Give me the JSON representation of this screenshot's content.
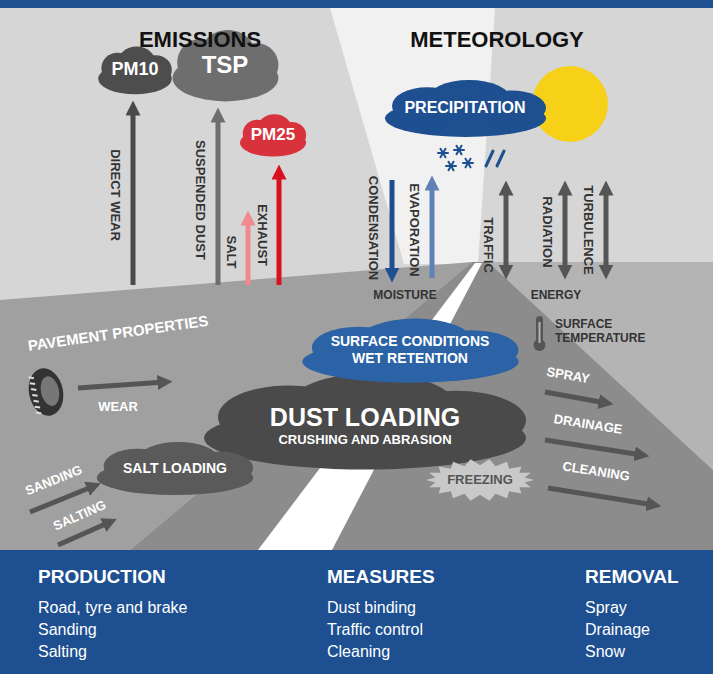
{
  "diagram": {
    "nodes": [
      {
        "text": [
          "PM10"
        ]
      },
      {
        "text": [
          "TSP"
        ]
      },
      {
        "text": [
          "PM25"
        ]
      },
      {
        "text": [
          "PRECIPITATION"
        ]
      },
      {
        "text": [
          "SURFACE CONDITIONS",
          "WET RETENTION"
        ]
      },
      {
        "text": [
          "DUST LOADING",
          "CRUSHING AND ABRASION"
        ]
      },
      {
        "text": [
          "SALT LOADING"
        ]
      },
      {
        "text": [
          "FREEZING"
        ]
      },
      {
        "text": [
          "PRODUCTION",
          "Road, tyre and brake",
          "Sanding",
          "Salting",
          "MEASURES",
          "Dust binding",
          "Traffic control",
          "Cleaning",
          "REMOVAL",
          "Spray",
          "Drainage",
          "Snow"
        ]
      }
    ],
    "labels": [
      "EMISSIONS",
      "METEOROLOGY",
      "DIRECT WEAR",
      "SUSPENDED DUST",
      "SALT",
      "EXHAUST",
      "CONDENSATION",
      "EVAPORATION",
      "TRAFFIC",
      "RADIATION",
      "TURBULENCE",
      "MOISTURE",
      "ENERGY",
      "PAVEMENT PROPERTIES",
      "SURFACE TEMPERATURE",
      "WEAR",
      "SPRAY",
      "DRAINAGE",
      "CLEANING",
      "SANDING",
      "SALTING"
    ]
  }
}
